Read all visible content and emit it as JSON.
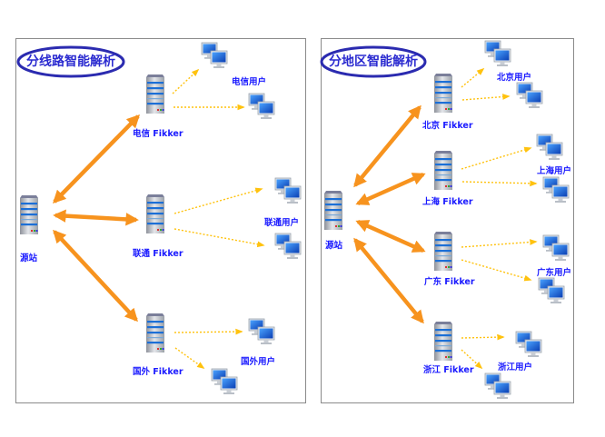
{
  "colors": {
    "panel_border": "#8a8a8a",
    "title_ellipse": "#2b2bb0",
    "title_text": "#3030d0",
    "label_text": "#1a1aff",
    "bidirectional_arrow": "#f7931e",
    "dotted_arrow": "#ffc20e"
  },
  "left": {
    "title": "分线路智能解析",
    "origin_label": "源站",
    "nodes": [
      {
        "label": "电信 Fikker",
        "users_label": "电信用户"
      },
      {
        "label": "联通 Fikker",
        "users_label": "联通用户"
      },
      {
        "label": "国外 Fikker",
        "users_label": "国外用户"
      }
    ]
  },
  "right": {
    "title": "分地区智能解析",
    "origin_label": "源站",
    "nodes": [
      {
        "label": "北京 Fikker",
        "users_label": "北京用户"
      },
      {
        "label": "上海 Fikker",
        "users_label": "上海用户"
      },
      {
        "label": "广东 Fikker",
        "users_label": "广东用户"
      },
      {
        "label": "浙江 Fikker",
        "users_label": "浙江用户"
      }
    ]
  },
  "icons": {
    "server": "server-rack-icon",
    "users": "computer-pair-icon"
  }
}
